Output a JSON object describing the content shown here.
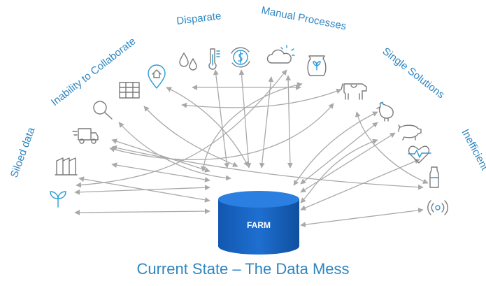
{
  "labels": {
    "siloed_data": "Siloed data",
    "inability_to_collaborate": "Inability to Collaborate",
    "disparate": "Disparate",
    "manual_processes": "Manual Processes",
    "single_solutions": "Single Solutions",
    "inefficient": "Inefficient"
  },
  "hub_label": "FARM",
  "caption": "Current State – The Data Mess",
  "colors": {
    "accent": "#2e86c1",
    "database": "#1565c0",
    "arrow": "#a9a9a9"
  },
  "icons": [
    "plant-icon",
    "grain-silos-icon",
    "delivery-truck-icon",
    "magnifier-icon",
    "spreadsheet-icon",
    "location-pin-home-icon",
    "water-drops-icon",
    "thermometer-icon",
    "money-cycle-icon",
    "weather-cloud-icon",
    "seed-bag-icon",
    "cow-icon",
    "chicken-icon",
    "pig-icon",
    "heart-monitor-icon",
    "milk-bottle-icon",
    "sensor-signal-icon"
  ]
}
